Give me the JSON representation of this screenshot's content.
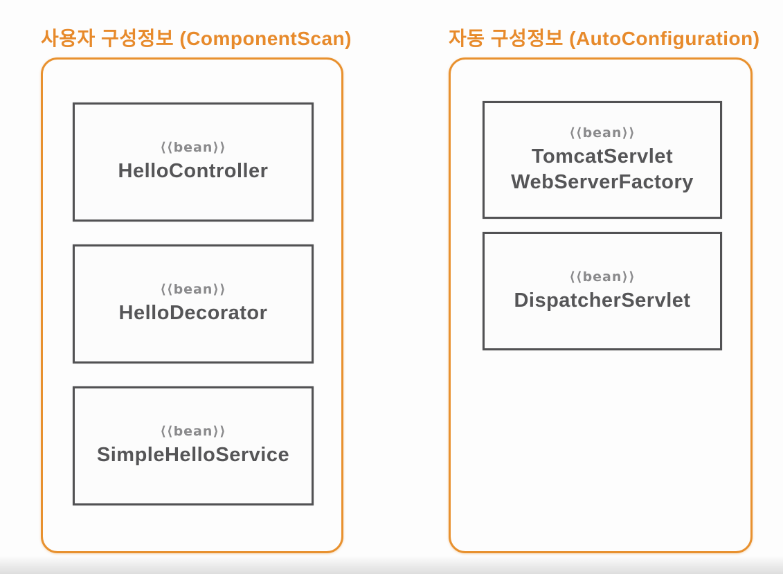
{
  "diagram": {
    "accent_color": "#E78A2B",
    "container_border_color": "#E8912F",
    "box_border_color": "#525254",
    "bean_name_color": "#555557",
    "stereotype_color": "#8A8A8C",
    "background_color": "#FDFDFD",
    "bottom_bar_color": "#DEDEDE"
  },
  "panels": [
    {
      "title": "사용자 구성정보 (ComponentScan)",
      "beans": [
        {
          "stereotype": "⟨⟨bean⟩⟩",
          "name": "HelloController"
        },
        {
          "stereotype": "⟨⟨bean⟩⟩",
          "name": "HelloDecorator"
        },
        {
          "stereotype": "⟨⟨bean⟩⟩",
          "name": "SimpleHelloService"
        }
      ]
    },
    {
      "title": "자동 구성정보 (AutoConfiguration)",
      "beans": [
        {
          "stereotype": "⟨⟨bean⟩⟩",
          "name": "TomcatServlet WebServerFactory"
        },
        {
          "stereotype": "⟨⟨bean⟩⟩",
          "name": "DispatcherServlet"
        }
      ]
    }
  ]
}
